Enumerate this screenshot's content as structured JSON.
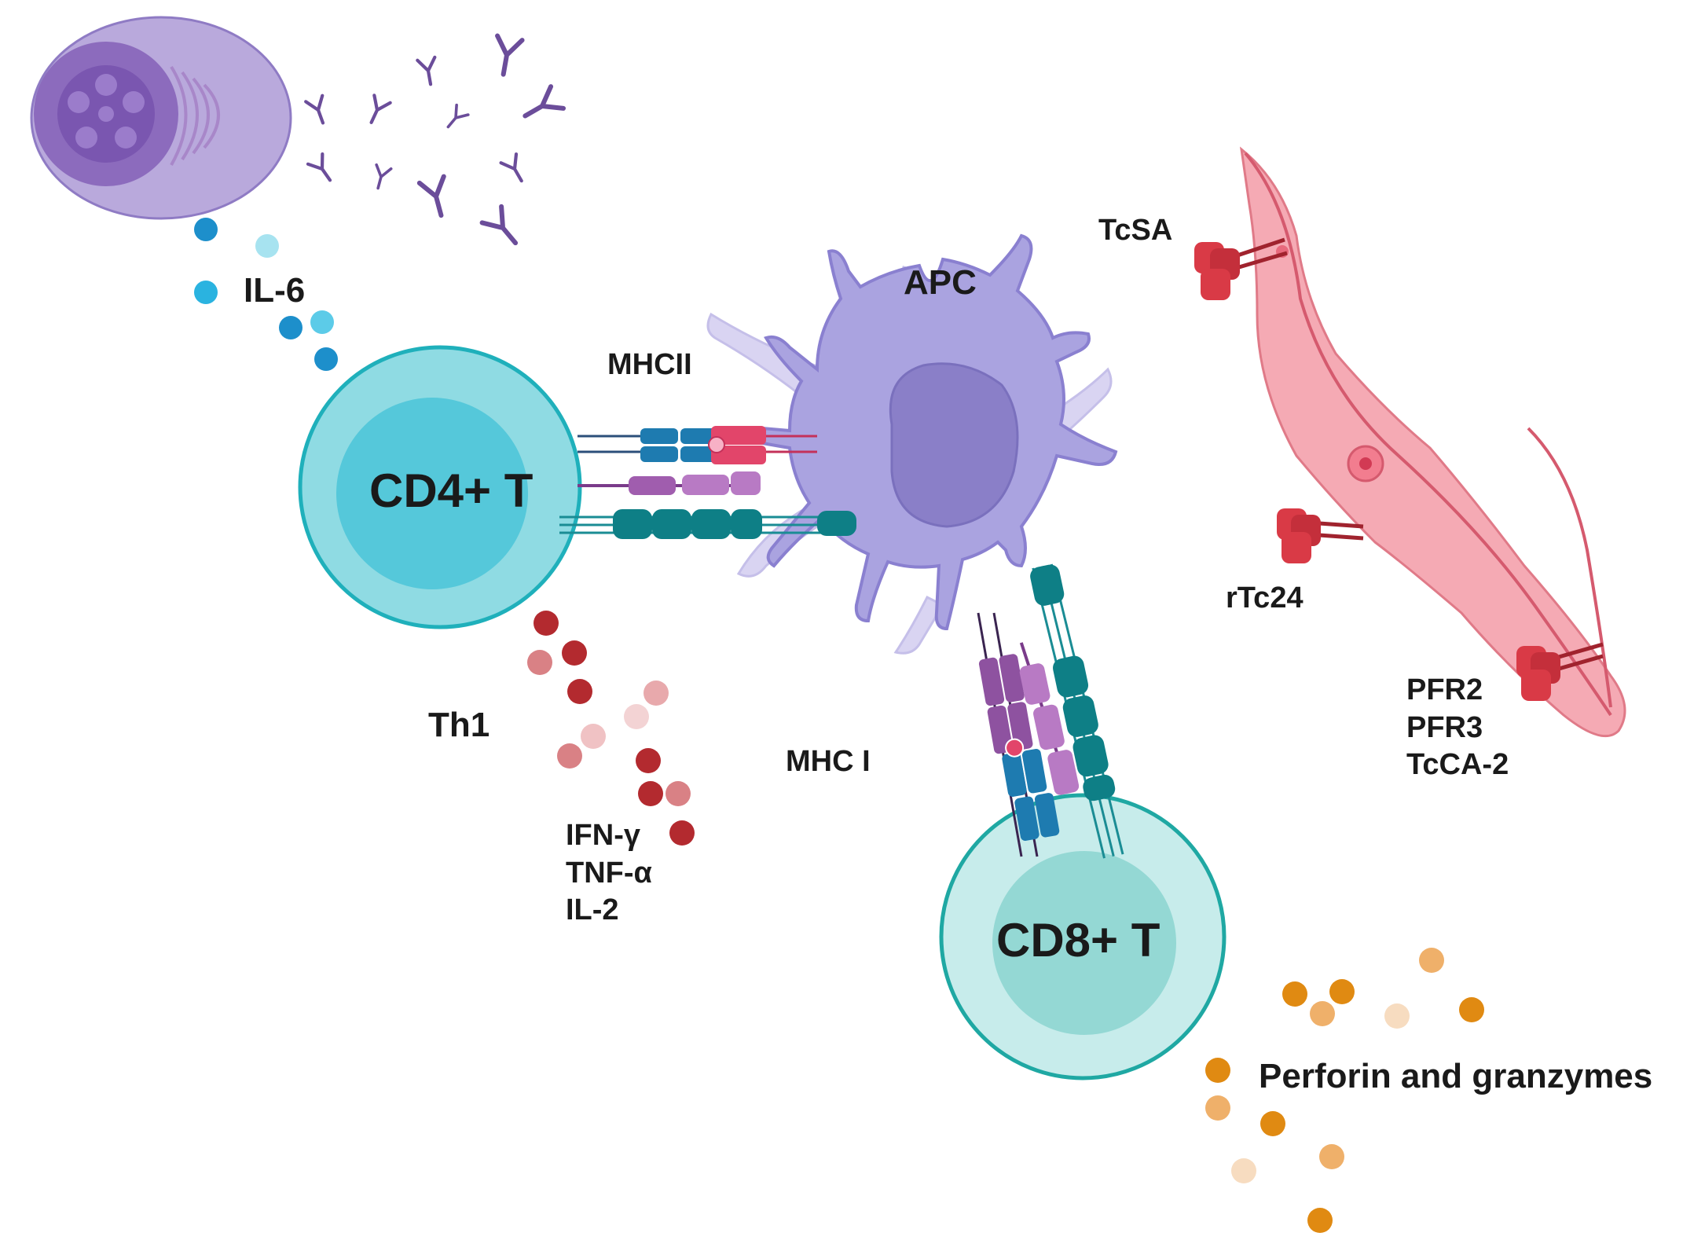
{
  "labels": {
    "il6": "IL-6",
    "cd4": "CD4+ T",
    "mhcii": "MHCII",
    "apc": "APC",
    "th1": "Th1",
    "cytokines": [
      "IFN-γ",
      "TNF-α",
      "IL-2"
    ],
    "mhci": "MHC I",
    "cd8": "CD8+ T",
    "perforin": "Perforin and granzymes",
    "tcsa": "TcSA",
    "rtc24": "rTc24",
    "parasite_antigens": [
      "PFR2",
      "PFR3",
      "TcCA-2"
    ]
  },
  "colors": {
    "b_cell": "#b9a9dc",
    "antibody": "#6b4d9a",
    "il6_dot": "#2a9fd6",
    "cd4_cell": "#8fdbe3",
    "apc_cell": "#aaa3e0",
    "th1_dot": "#b32a2f",
    "cd8_cell": "#c7eceb",
    "perforin_dot": "#e08a12",
    "parasite": "#f5aab4",
    "receptor": "#d93a46"
  }
}
